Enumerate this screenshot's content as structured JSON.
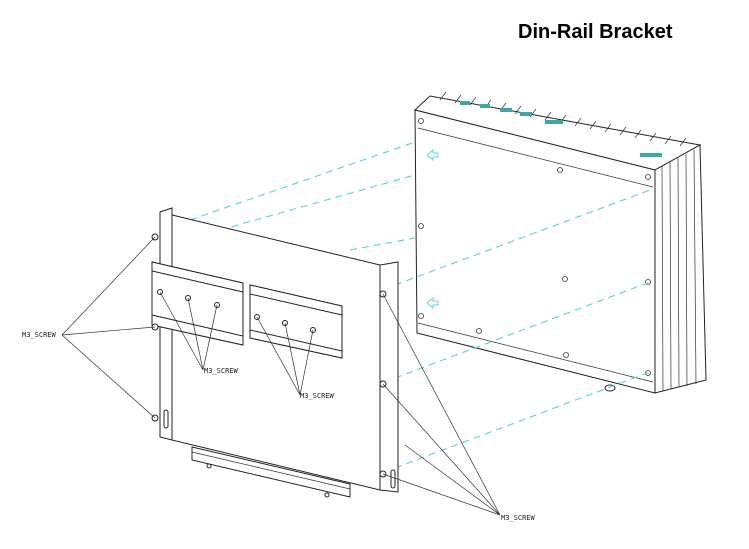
{
  "title": "Din-Rail Bracket",
  "labels": {
    "screw_left": "M3_SCREW",
    "screw_rail1": "M3_SCREW",
    "screw_rail2": "M3_SCREW",
    "screw_right": "M3_SCREW"
  },
  "colors": {
    "alignment_lines": "#5fd6e4",
    "drawing_lines": "#222222"
  }
}
